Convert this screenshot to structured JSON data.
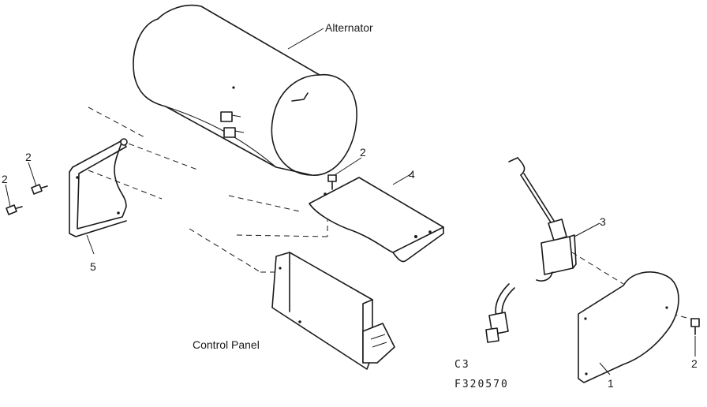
{
  "labels": {
    "alternator": "Alternator",
    "control_panel": "Control Panel"
  },
  "callouts": {
    "screw_left_top": "2",
    "screw_left_bottom": "2",
    "screw_center": "2",
    "screw_right": "2",
    "cover": "1",
    "harness": "3",
    "plate": "4",
    "bracket": "5"
  },
  "drawing_code": {
    "line1": "C3",
    "line2": "F320570"
  }
}
